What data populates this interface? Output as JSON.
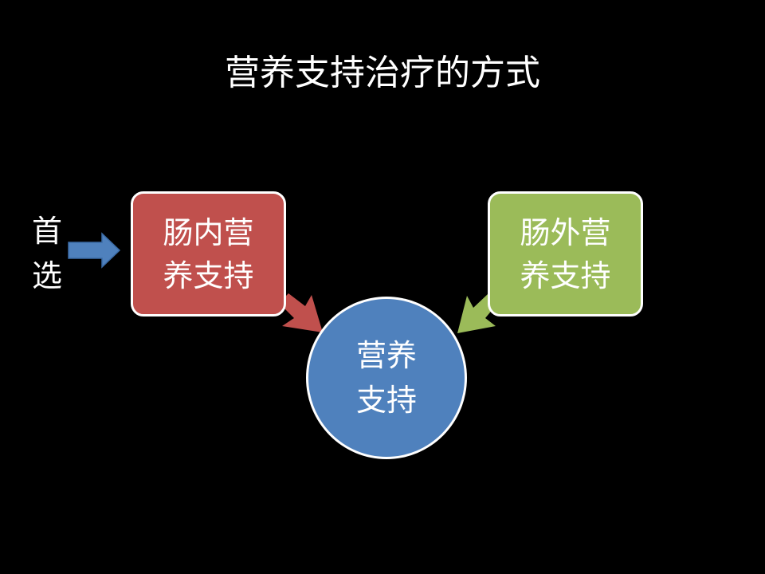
{
  "slide": {
    "title": "营养支持治疗的方式",
    "side_label": {
      "line1": "首",
      "line2": "选"
    },
    "boxes": {
      "enteral": {
        "text": "肠内营养支持"
      },
      "parenteral": {
        "text": "肠外营养支持"
      },
      "center": {
        "text": "营养支持"
      }
    }
  },
  "colors": {
    "background": "#000000",
    "enteral": "#c0504d",
    "parenteral": "#9bbb59",
    "center": "#4f81bd",
    "side_arrow": "#4f81bd",
    "outline": "#ffffff"
  }
}
